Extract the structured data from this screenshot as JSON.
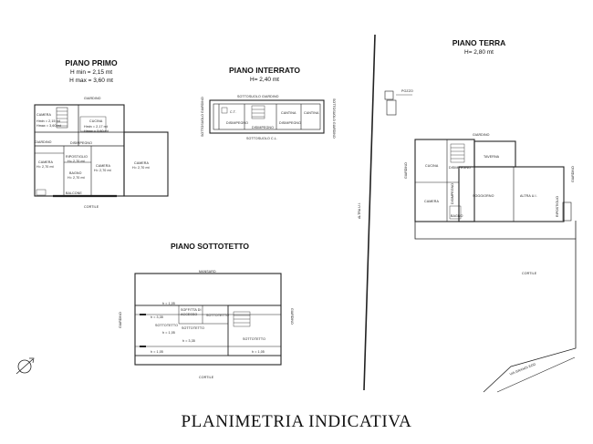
{
  "caption": "PLANIMETRIA INDICATIVA",
  "piano_primo": {
    "title": "PIANO PRIMO",
    "h_min": "H min = 2,15 mt",
    "h_max": "H max = 3,60 mt",
    "labels": {
      "giardino": "GIARDINO",
      "camera1": "CAMERA",
      "camera1_h": "Hmin = 2,15 mt",
      "camera1_h2": "Hmax = 3,60 mt",
      "cucina": "CUCINA",
      "cucina_h": "Hmin = 2,17 mt",
      "cucina_h2": "Hmax = 3,60 mt",
      "disimpegno": "DISIMPEGNO",
      "ripostiglio": "RIPOSTIGLIO",
      "rip_h": "H= 2,70 mt",
      "camera2": "CAMERA",
      "camera2_h": "H= 2,70 mt",
      "camera3": "CAMERA",
      "camera3_h": "H= 2,70 mt",
      "camera4": "CAMERA",
      "camera4_h": "H= 2,70 mt",
      "bagno": "BAGNO",
      "bagno_h": "H= 2,70 mt",
      "balcone": "BALCONE",
      "cortile": "CORTILE",
      "side": "GIARDINO"
    }
  },
  "piano_interrato": {
    "title": "PIANO INTERRATO",
    "height": "H= 2,40 mt",
    "labels": {
      "top": "SOTTOSUOLO GIARDINO",
      "bottom": "SOTTOSUOLO C.L.",
      "left": "SOTTOSUOLO GIARDINO",
      "right": "SOTTOSUOLO GIARDINO",
      "cantina1": "CANTINA",
      "cantina2": "CANTINA",
      "disimpegno1": "DISIMPEGNO",
      "disimpegno2": "DISIMPEGNO",
      "disimpegno3": "DISIMPEGNO",
      "ct": "C.T."
    }
  },
  "piano_terra": {
    "title": "PIANO TERRA",
    "height": "H= 2,80 mt",
    "labels": {
      "pozzo": "POZZO",
      "giardino_top": "GIARDINO",
      "giardino_left": "GIARDINO",
      "giardino_right": "GIARDINO",
      "cucina": "CUCINA",
      "disimpegno": "DISIMPEGNO",
      "tavernetta": "TAVERNA",
      "disimpegno_v": "DISIMPEGNO",
      "soggiorno": "SOGGIORNO",
      "bagno": "BAGNO",
      "camera": "CAMERA",
      "altraul": "ALTRA U.I.",
      "ripostiglio": "RIPOSTIGLIO",
      "cortile": "CORTILE",
      "altra_ui": "ALTRA U.I.",
      "via": "VIA GRANDI EDD"
    }
  },
  "piano_sottotetto": {
    "title": "PIANO SOTTOTETTO",
    "labels": {
      "top": "MANSARD",
      "bottom": "CORTILE",
      "left": "GIARDINO",
      "right": "GIARDINO",
      "sottotetto1": "SOTTOTETTO",
      "sottotetto2": "SOTTOTETTO",
      "sottotetto3": "SOTTOTETTO",
      "sottotetto4": "SOTTOTETTO",
      "soffitta": "SOFFITTA DI",
      "soffitta2": "ACCESSO",
      "h1": "h = 1,05",
      "h2": "h = 3,35",
      "h3": "h = 1,05",
      "h4": "h = 3,35",
      "h5": "h = 1,05",
      "h6": "h = 1,05"
    }
  }
}
